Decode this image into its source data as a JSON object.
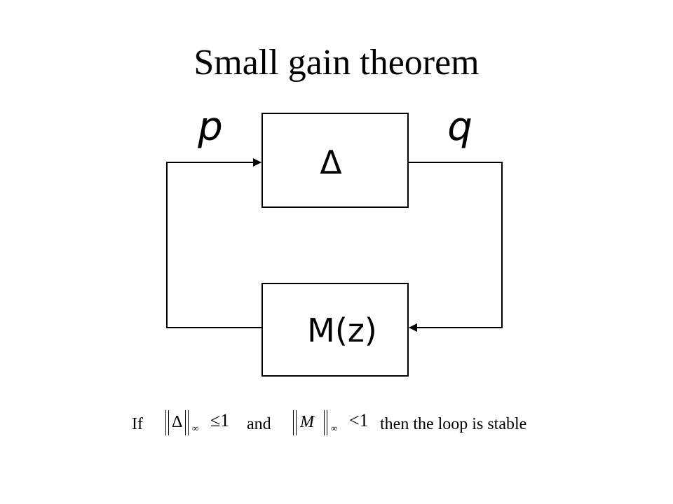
{
  "title": "Small gain theorem",
  "diagram": {
    "blocks": {
      "delta": "Δ",
      "plant": "M(z)"
    },
    "signals": {
      "input": "p",
      "output": "q"
    }
  },
  "condition": {
    "if_word": "If",
    "norm1_symbol": "Δ",
    "norm1_sub": "∞",
    "norm1_rel": "≤1",
    "and_word": "and",
    "norm2_symbol": "M",
    "norm2_sub": "∞",
    "norm2_rel": "<1",
    "conclusion": "then the loop is stable"
  }
}
